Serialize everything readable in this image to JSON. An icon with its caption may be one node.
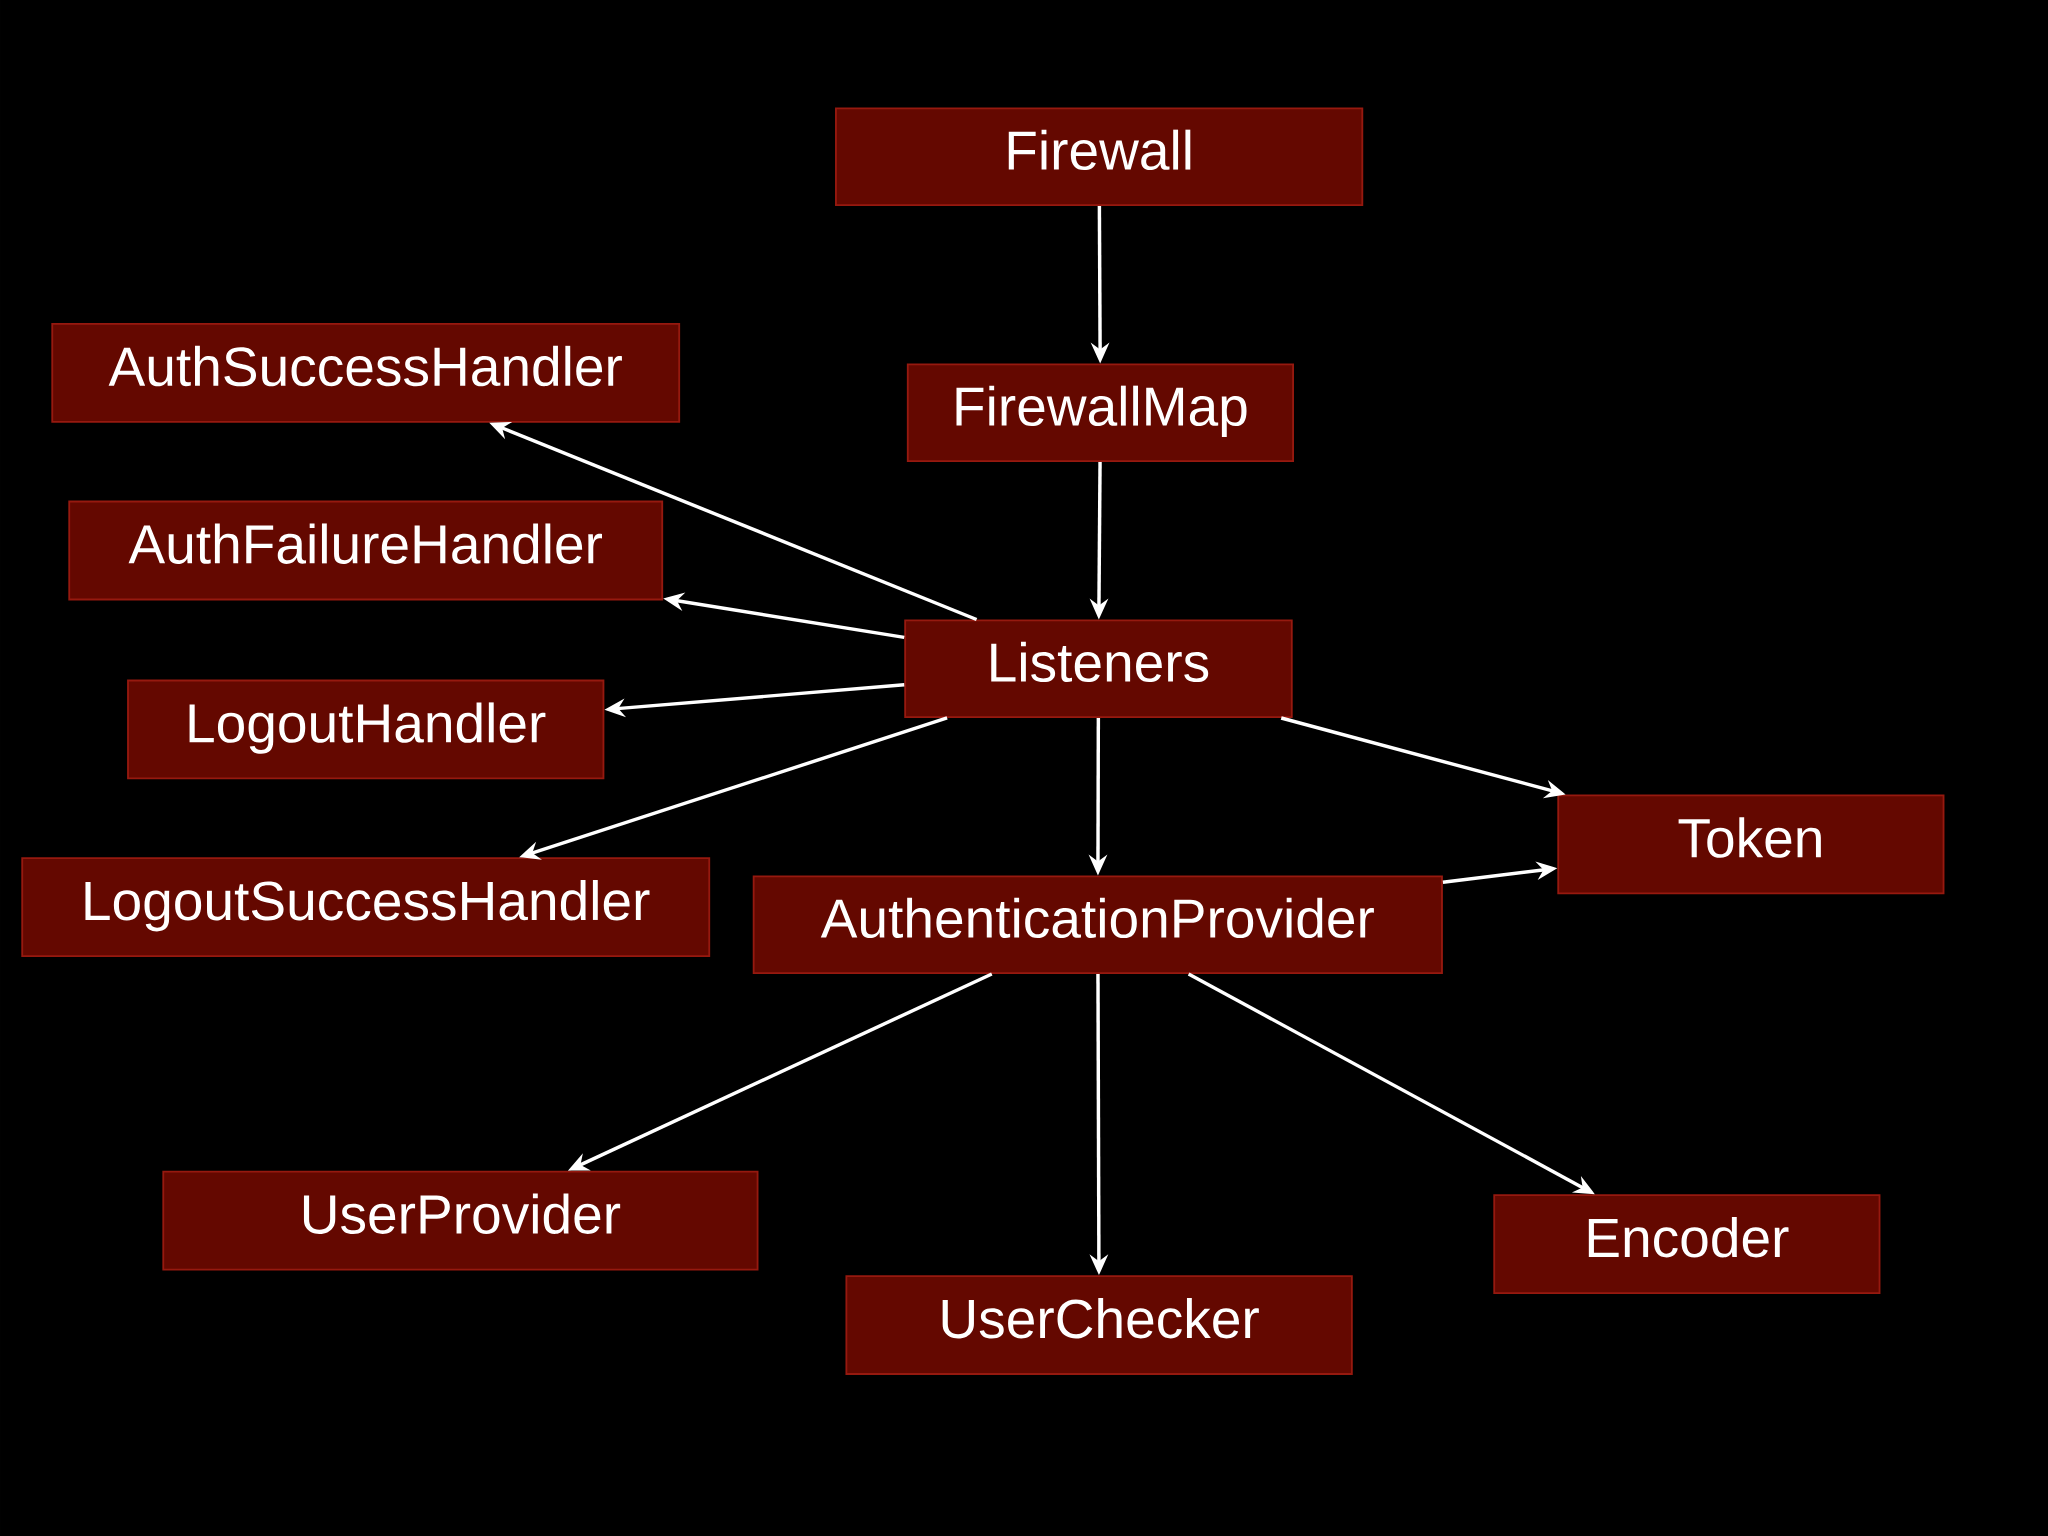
{
  "diagram": {
    "nodes": [
      {
        "text": [
          "Firewall"
        ]
      },
      {
        "text": [
          "AuthSuccessHandler"
        ]
      },
      {
        "text": [
          "FirewallMap"
        ]
      },
      {
        "text": [
          "AuthFailureHandler"
        ]
      },
      {
        "text": [
          "Listeners"
        ]
      },
      {
        "text": [
          "LogoutHandler"
        ]
      },
      {
        "text": [
          "Token"
        ]
      },
      {
        "text": [
          "LogoutSuccessHandler"
        ]
      },
      {
        "text": [
          "AuthenticationProvider"
        ]
      },
      {
        "text": [
          "UserProvider"
        ]
      },
      {
        "text": [
          "Encoder"
        ]
      },
      {
        "text": [
          "UserChecker"
        ]
      }
    ],
    "edges": [
      {
        "from": 0,
        "to": 2,
        "arrow": "to"
      },
      {
        "from": 2,
        "to": 4,
        "arrow": "to"
      },
      {
        "from": 4,
        "to": 1,
        "arrow": "to"
      },
      {
        "from": 4,
        "to": 3,
        "arrow": "to"
      },
      {
        "from": 4,
        "to": 5,
        "arrow": "to"
      },
      {
        "from": 4,
        "to": 7,
        "arrow": "to"
      },
      {
        "from": 4,
        "to": 8,
        "arrow": "to"
      },
      {
        "from": 4,
        "to": 6,
        "arrow": "to"
      },
      {
        "from": 8,
        "to": 6,
        "arrow": "to"
      },
      {
        "from": 8,
        "to": 9,
        "arrow": "to"
      },
      {
        "from": 8,
        "to": 11,
        "arrow": "to"
      },
      {
        "from": 8,
        "to": 10,
        "arrow": "to"
      }
    ]
  }
}
